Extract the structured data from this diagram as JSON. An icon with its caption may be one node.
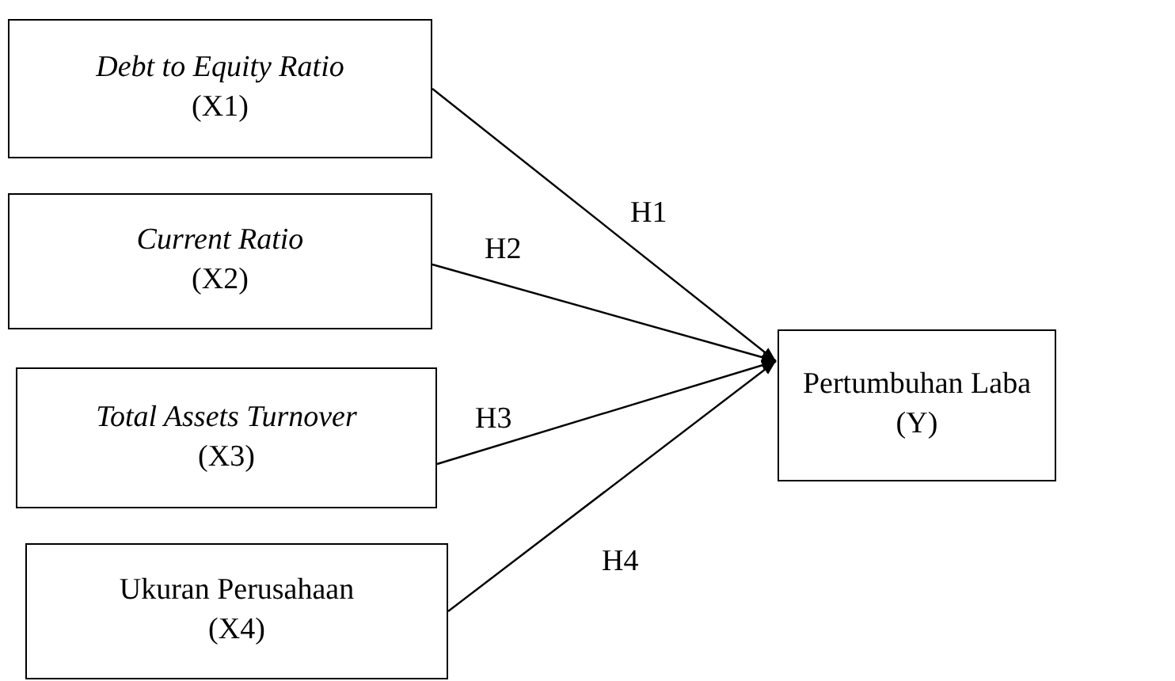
{
  "diagram": {
    "nodes": [
      {
        "text": [
          "Debt to Equity Ratio",
          "(X1)"
        ]
      },
      {
        "text": [
          "Current Ratio",
          "(X2)"
        ]
      },
      {
        "text": [
          "*Total Assets Turnover* (X3)"
        ]
      },
      {
        "text": [
          "Ukuran Perusahaan",
          "(X4)"
        ]
      },
      {
        "text": [
          "Pertumbuhan Laba",
          "(Y)"
        ]
      }
    ],
    "edges": [
      {
        "from": 0,
        "to": 4,
        "label": "H1",
        "arrow": "to"
      },
      {
        "from": 1,
        "to": 4,
        "label": "H2",
        "arrow": "to"
      },
      {
        "from": 2,
        "to": 4,
        "label": "H3",
        "arrow": "to"
      },
      {
        "from": 3,
        "to": 4,
        "label": "H4",
        "arrow": "to"
      }
    ]
  }
}
